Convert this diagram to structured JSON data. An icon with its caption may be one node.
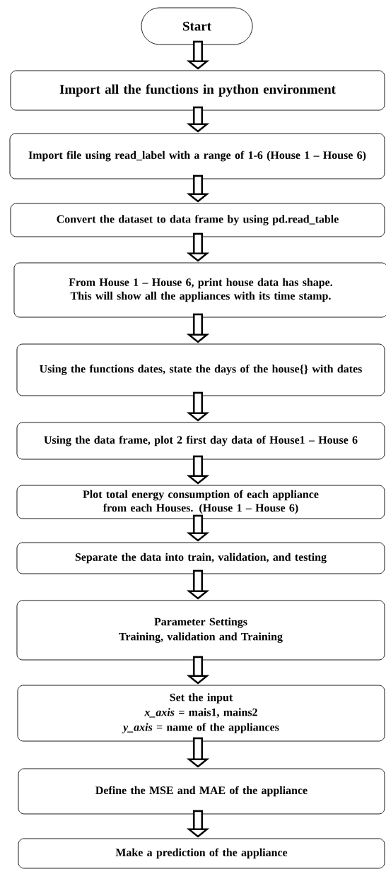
{
  "diagram": {
    "nodes": [
      {
        "text": [
          "Start"
        ]
      },
      {
        "text": [
          "Import all the functions in python environment"
        ]
      },
      {
        "text": [
          "Import file using read_label with a range of 1-6 (House 1 – House 6)"
        ]
      },
      {
        "text": [
          "Convert the dataset to data frame by using pd.read_table"
        ]
      },
      {
        "text": [
          "From House 1 – House 6, print house data has shape. This will show all the appliances with its time stamp."
        ]
      },
      {
        "text": [
          "Using the functions dates, state the days of the house{} with dates"
        ]
      },
      {
        "text": [
          "Using the data frame, plot 2 first day data of House1 – House 6"
        ]
      },
      {
        "text": [
          "Plot total energy consumption of each appliance from each Houses. (House 1 – House 6)"
        ]
      },
      {
        "text": [
          "Separate the data into train, validation, and testing"
        ]
      },
      {
        "text": [
          "Parameter Settings",
          "Training, validation and Training"
        ]
      },
      {
        "text": [
          "Set the input",
          "*x_axis* = mais1, mains2",
          "*y_axis* = name of the appliances"
        ]
      },
      {
        "text": [
          "Define the MSE and MAE of the appliance"
        ]
      },
      {
        "text": [
          "Make a prediction of the appliance"
        ]
      }
    ],
    "edges": [
      {
        "from": 0,
        "to": 1,
        "arrow": "to"
      },
      {
        "from": 1,
        "to": 2,
        "arrow": "to"
      },
      {
        "from": 2,
        "to": 3,
        "arrow": "to"
      },
      {
        "from": 3,
        "to": 4,
        "arrow": "to"
      },
      {
        "from": 4,
        "to": 5,
        "arrow": "to"
      },
      {
        "from": 5,
        "to": 6,
        "arrow": "to"
      },
      {
        "from": 6,
        "to": 7,
        "arrow": "to"
      },
      {
        "from": 7,
        "to": 8,
        "arrow": "to"
      },
      {
        "from": 8,
        "to": 9,
        "arrow": "to"
      },
      {
        "from": 9,
        "to": 10,
        "arrow": "to"
      },
      {
        "from": 10,
        "to": 11,
        "arrow": "to"
      },
      {
        "from": 11,
        "to": 12,
        "arrow": "to"
      }
    ]
  }
}
